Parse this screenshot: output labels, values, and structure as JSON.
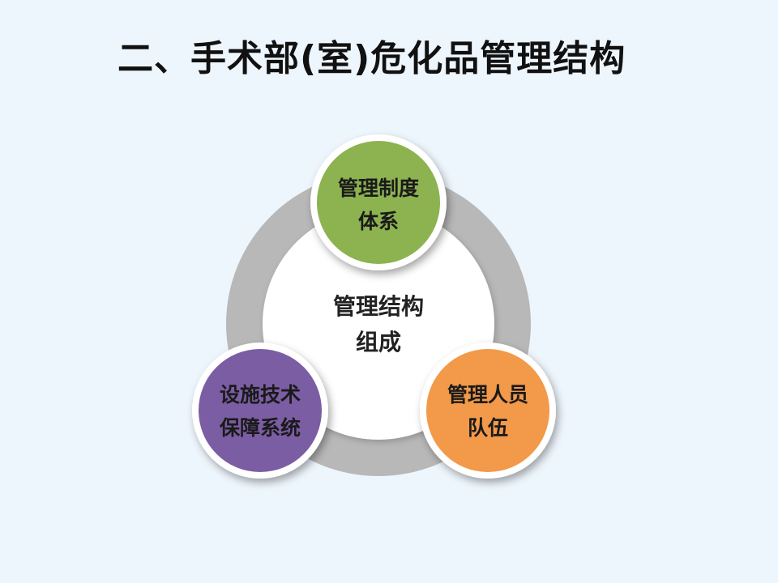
{
  "title": "二、手术部(室)危化品管理结构",
  "diagram": {
    "center": {
      "line1": "管理结构",
      "line2": "组成"
    },
    "nodes": [
      {
        "id": "system",
        "line1": "管理制度",
        "line2": "体系",
        "color": "#8db250"
      },
      {
        "id": "staff",
        "line1": "管理人员",
        "line2": "队伍",
        "color": "#f2994a"
      },
      {
        "id": "facility",
        "line1": "设施技术",
        "line2": "保障系统",
        "color": "#7b5da3"
      }
    ]
  },
  "colors": {
    "background": "#eef6fd",
    "ring": "#b8b8b8",
    "inner": "#ffffff"
  }
}
